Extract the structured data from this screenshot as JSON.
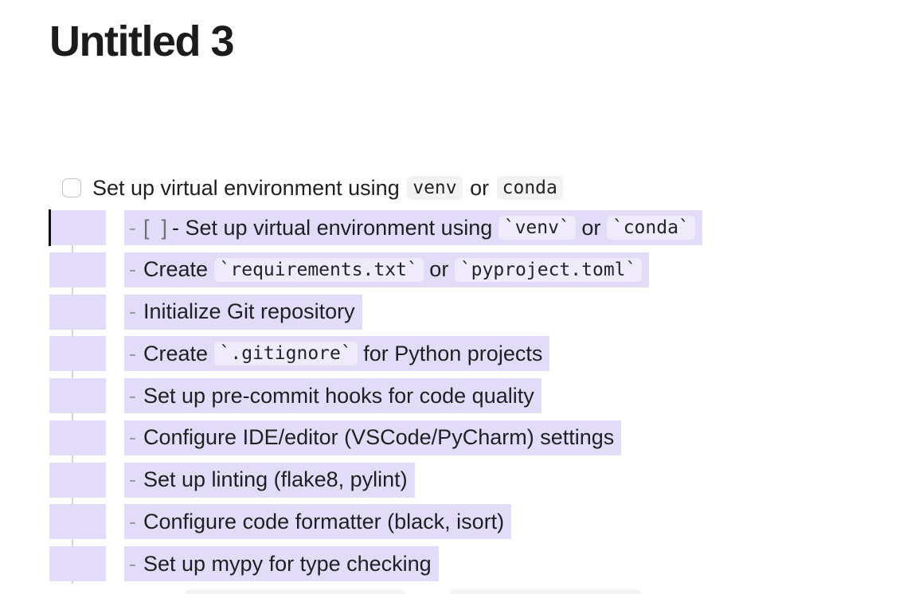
{
  "page": {
    "title": "Untitled 3"
  },
  "colors": {
    "selection_highlight": "#e3dcf9",
    "code_chip_bg": "#f3f3f4",
    "text": "#1f2023",
    "marker_gray": "#9a9aa0",
    "indent_guide": "#d4d4d8"
  },
  "todo": {
    "checked": false,
    "segments": [
      {
        "t": "text",
        "v": "Set up virtual environment using "
      },
      {
        "t": "code",
        "v": "venv"
      },
      {
        "t": "text",
        "v": " or "
      },
      {
        "t": "code",
        "v": "conda"
      }
    ]
  },
  "selected_lines": [
    {
      "segments": [
        {
          "t": "marker",
          "v": "-"
        },
        {
          "t": "bracket",
          "v": "[  ]"
        },
        {
          "t": "text",
          "v": "- Set up virtual environment using "
        },
        {
          "t": "code",
          "v": "`venv`"
        },
        {
          "t": "text",
          "v": " or "
        },
        {
          "t": "code",
          "v": "`conda`"
        }
      ]
    },
    {
      "segments": [
        {
          "t": "marker",
          "v": "-"
        },
        {
          "t": "text",
          "v": "Create "
        },
        {
          "t": "code",
          "v": "`requirements.txt`"
        },
        {
          "t": "text",
          "v": " or "
        },
        {
          "t": "code",
          "v": "`pyproject.toml`"
        }
      ]
    },
    {
      "segments": [
        {
          "t": "marker",
          "v": "-"
        },
        {
          "t": "text",
          "v": "Initialize Git repository"
        }
      ]
    },
    {
      "segments": [
        {
          "t": "marker",
          "v": "-"
        },
        {
          "t": "text",
          "v": "Create "
        },
        {
          "t": "code",
          "v": "`.gitignore`"
        },
        {
          "t": "text",
          "v": " for Python projects"
        }
      ]
    },
    {
      "segments": [
        {
          "t": "marker",
          "v": "-"
        },
        {
          "t": "text",
          "v": "Set up pre-commit hooks for code quality"
        }
      ]
    },
    {
      "segments": [
        {
          "t": "marker",
          "v": "-"
        },
        {
          "t": "text",
          "v": "Configure IDE/editor (VSCode/PyCharm) settings"
        }
      ]
    },
    {
      "segments": [
        {
          "t": "marker",
          "v": "-"
        },
        {
          "t": "text",
          "v": "Set up linting (flake8, pylint)"
        }
      ]
    },
    {
      "segments": [
        {
          "t": "marker",
          "v": "-"
        },
        {
          "t": "text",
          "v": "Configure code formatter (black, isort)"
        }
      ]
    },
    {
      "segments": [
        {
          "t": "marker",
          "v": "-"
        },
        {
          "t": "text",
          "v": "Set up mypy for type checking"
        }
      ]
    }
  ],
  "partial_next_line": {
    "visible_code_chip_count": 2
  }
}
